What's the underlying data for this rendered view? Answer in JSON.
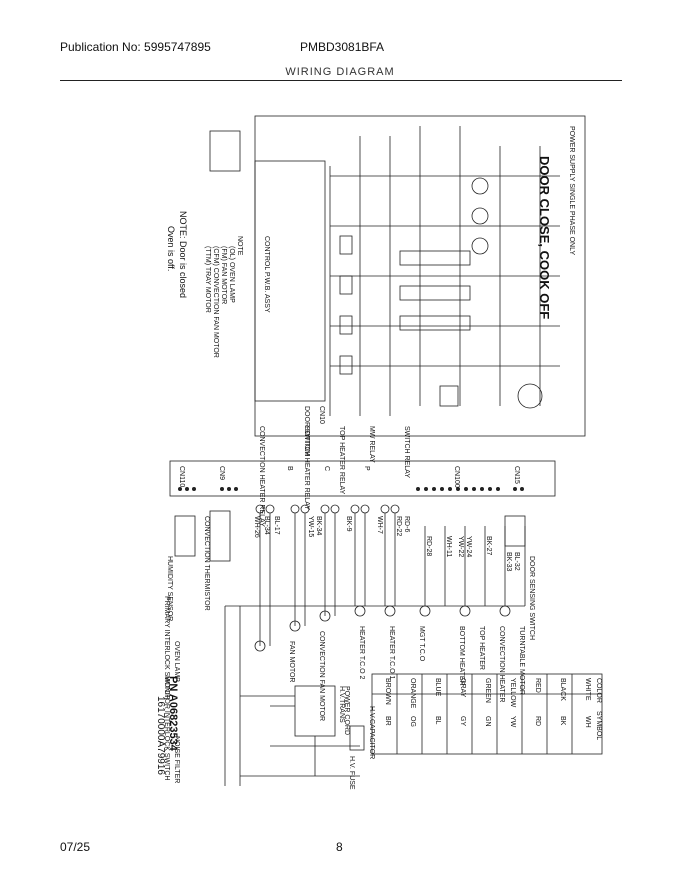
{
  "header": {
    "publication": "Publication No: 5995747895",
    "model": "PMBD3081BFA",
    "title": "WIRING DIAGRAM"
  },
  "footer": {
    "date": "07/25",
    "page": "8"
  },
  "diagram": {
    "state_title": "DOOR CLOSE, COOK OFF",
    "note_heading": "NOTE",
    "note_lines": [
      "NOTE: Door is closed",
      "Oven is off."
    ],
    "legend_items": [
      "(OL) OVEN LAMP",
      "(FM) FAN MOTOR",
      "(CFM) CONVECTION FAN MOTOR",
      "(TTM) TRAY MOTOR"
    ],
    "pn": "PN A06823534",
    "pn2": "16170000A79916",
    "control_label": "CONTROL P.W.B. ASSY",
    "door_switch": "DOOR SWITCH",
    "ht_capacitor": "H.V.CAPACITOR",
    "ht_transformer": "H.V.TRANS",
    "ht_fuse": "H.V. FUSE",
    "power_supply": "POWER SUPPLY SINGLE PHASE ONLY",
    "door_sensing": "DOOR SENSING SWITCH",
    "humidity_sensor": "HUMIDITY SENSOR",
    "convection_thermistor": "CONVECTION THERMISTOR",
    "component_labels": [
      "TURNTABLE MOTOR",
      "CONVECTION HEATER",
      "TOP HEATER",
      "BOTTOM HEATER",
      "MGT T.C.O",
      "HEATER T.C.O 1",
      "HEATER T.C.O 2",
      "CONVECTION FAN MOTOR",
      "FAN MOTOR",
      "OVEN LAMP",
      "PRIMARY INTERLOCK SWITCH",
      "MONITOR INTERLOCK SWITCH",
      "NOISE FILTER",
      "POWER CORD"
    ],
    "relay_labels": [
      "SWITCH RELAY",
      "MW RELAY",
      "TOP HEATER RELAY",
      "BOTTOM HEATER RELAY",
      "CONVECTION HEATER RELAY"
    ],
    "connector_labels": [
      "CN110",
      "CN9",
      "CN100",
      "CN15",
      "CN10",
      "P",
      "C",
      "B"
    ],
    "color_table": {
      "headers": [
        "COLOR",
        "SYMBOL"
      ],
      "rows": [
        [
          "WHITE",
          "WH"
        ],
        [
          "BLACK",
          "BK"
        ],
        [
          "RED",
          "RD"
        ],
        [
          "YELLOW",
          "YW"
        ],
        [
          "GREEN",
          "GN"
        ],
        [
          "GRAY",
          "GY"
        ],
        [
          "BLUE",
          "BL"
        ],
        [
          "ORANGE",
          "OG"
        ],
        [
          "BROWN",
          "BR"
        ]
      ]
    },
    "wire_codes": [
      "BL-32",
      "BK-33",
      "BK-27",
      "YW-24",
      "YW-22",
      "WH-11",
      "RD-28",
      "RD-6",
      "RD-22",
      "WH-7",
      "BK-9",
      "BK-34",
      "YW-15",
      "BL-17",
      "BL-34",
      "WH-26"
    ]
  }
}
